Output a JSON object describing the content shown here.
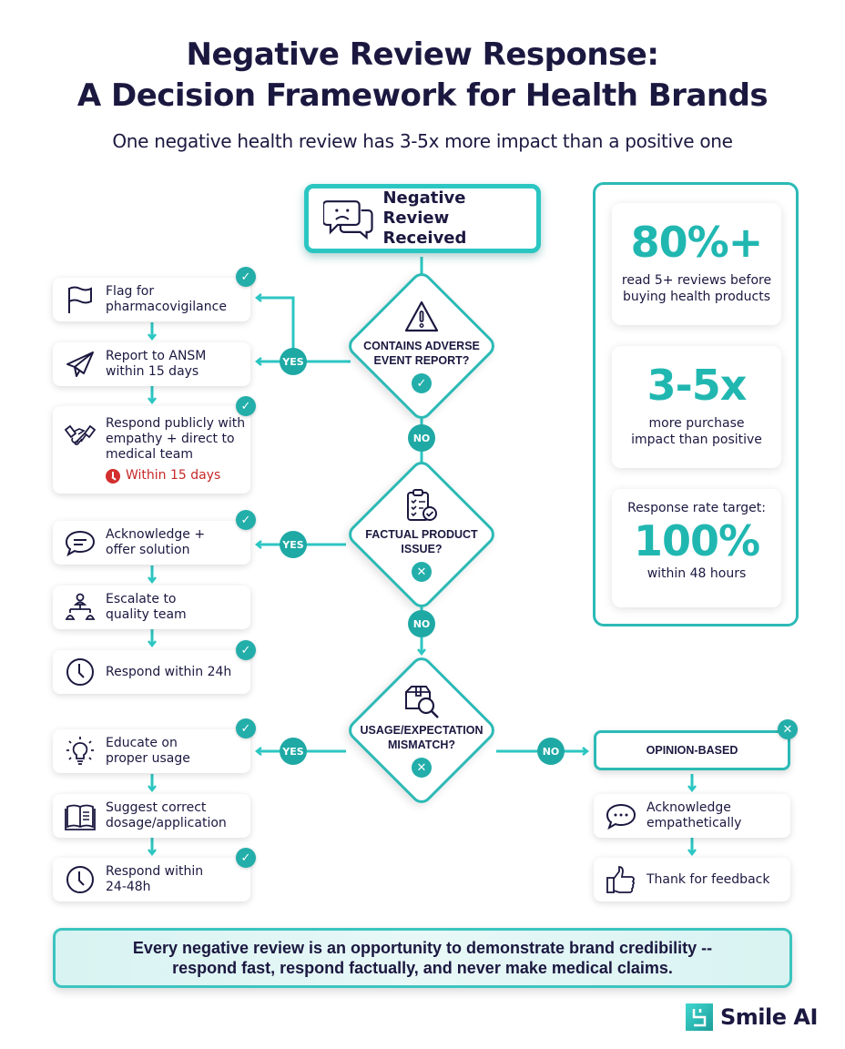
{
  "header": {
    "title_line1": "Negative Review Response:",
    "title_line2": "A Decision Framework for Health Brands",
    "subtitle": "One negative health review has 3-5x more impact than a positive one"
  },
  "start": {
    "label_line1": "Negative Review",
    "label_line2": "Received",
    "icon": "sad-chat-bubbles-icon"
  },
  "decisions": [
    {
      "question_line1": "CONTAINS ADVERSE",
      "question_line2": "EVENT REPORT?",
      "icon": "warning-triangle-icon",
      "badge": "✓",
      "yes": "YES",
      "no": "NO"
    },
    {
      "question_line1": "FACTUAL PRODUCT",
      "question_line2": "ISSUE?",
      "icon": "clipboard-check-icon",
      "badge": "✕",
      "yes": "YES",
      "no": "NO"
    },
    {
      "question_line1": "USAGE/EXPECTATION",
      "question_line2": "MISMATCH?",
      "icon": "package-search-icon",
      "badge": "✕",
      "yes": "YES",
      "no": "NO"
    }
  ],
  "adverse_steps": [
    {
      "text_line1": "Flag for",
      "text_line2": "pharmacovigilance",
      "icon": "flag-icon",
      "checked": true
    },
    {
      "text_line1": "Report to ANSM",
      "text_line2": "within 15 days",
      "icon": "paper-plane-icon",
      "checked": false
    },
    {
      "text_line1": "Respond publicly with",
      "text_line2": "empathy + direct to",
      "text_line3": "medical team",
      "warning": "Within 15 days",
      "icon": "handshake-icon",
      "checked": true
    }
  ],
  "factual_steps": [
    {
      "text_line1": "Acknowledge +",
      "text_line2": "offer solution",
      "icon": "chat-bubble-icon",
      "checked": true
    },
    {
      "text_line1": "Escalate to",
      "text_line2": "quality team",
      "icon": "org-chart-icon",
      "checked": false
    },
    {
      "text_line1": "Respond within 24h",
      "icon": "clock-icon",
      "checked": true
    }
  ],
  "usage_steps": [
    {
      "text_line1": "Educate on",
      "text_line2": "proper usage",
      "icon": "lightbulb-icon",
      "checked": true
    },
    {
      "text_line1": "Suggest correct",
      "text_line2": "dosage/application",
      "icon": "open-book-icon",
      "checked": false
    },
    {
      "text_line1": "Respond within",
      "text_line2": "24-48h",
      "icon": "clock-icon",
      "checked": true
    }
  ],
  "opinion": {
    "label": "OPINION-BASED",
    "badge": "✕",
    "steps": [
      {
        "text_line1": "Acknowledge",
        "text_line2": "empathetically",
        "icon": "chat-dots-icon"
      },
      {
        "text_line1": "Thank for feedback",
        "icon": "thumbs-up-icon"
      }
    ]
  },
  "stats": [
    {
      "value": "80%+",
      "caption_line1": "read 5+ reviews before",
      "caption_line2": "buying health products"
    },
    {
      "value": "3-5x",
      "caption_line1": "more purchase",
      "caption_line2": "impact than positive"
    },
    {
      "pre": "Response rate target:",
      "value": "100%",
      "caption_line1": "within 48 hours"
    }
  ],
  "footer": {
    "message_line1": "Every negative review is an opportunity to demonstrate brand credibility --",
    "message_line2": "respond fast, respond factually, and never make medical claims."
  },
  "brand": {
    "name": "Smile AI"
  },
  "colors": {
    "teal": "#2cbab6",
    "teal_dark": "#1fa9a5",
    "navy": "#1b1840",
    "warning_red": "#d32f2f"
  }
}
